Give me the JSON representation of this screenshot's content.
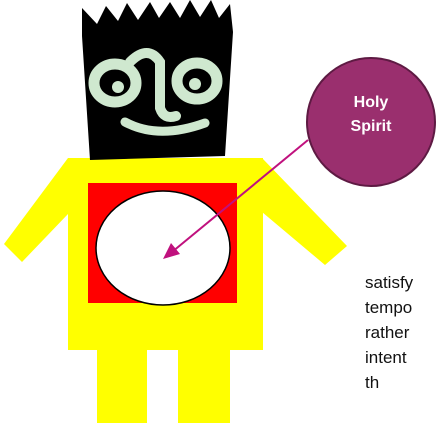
{
  "bubble": {
    "line1": "Holy",
    "line2": "Spirit"
  },
  "body_text": {
    "lines": [
      "satisfy",
      "tempo",
      "rather",
      "intent",
      "th"
    ]
  },
  "colors": {
    "background": "#ffffff",
    "head": "#000000",
    "face_features": "#cfe8cf",
    "body": "#ffff00",
    "chest_panel": "#ff0000",
    "heart_circle": "#ffffff",
    "bubble_fill": "#9a2f6e",
    "bubble_text": "#ffffff",
    "arrow": "#c0117e",
    "text": "#111111"
  }
}
